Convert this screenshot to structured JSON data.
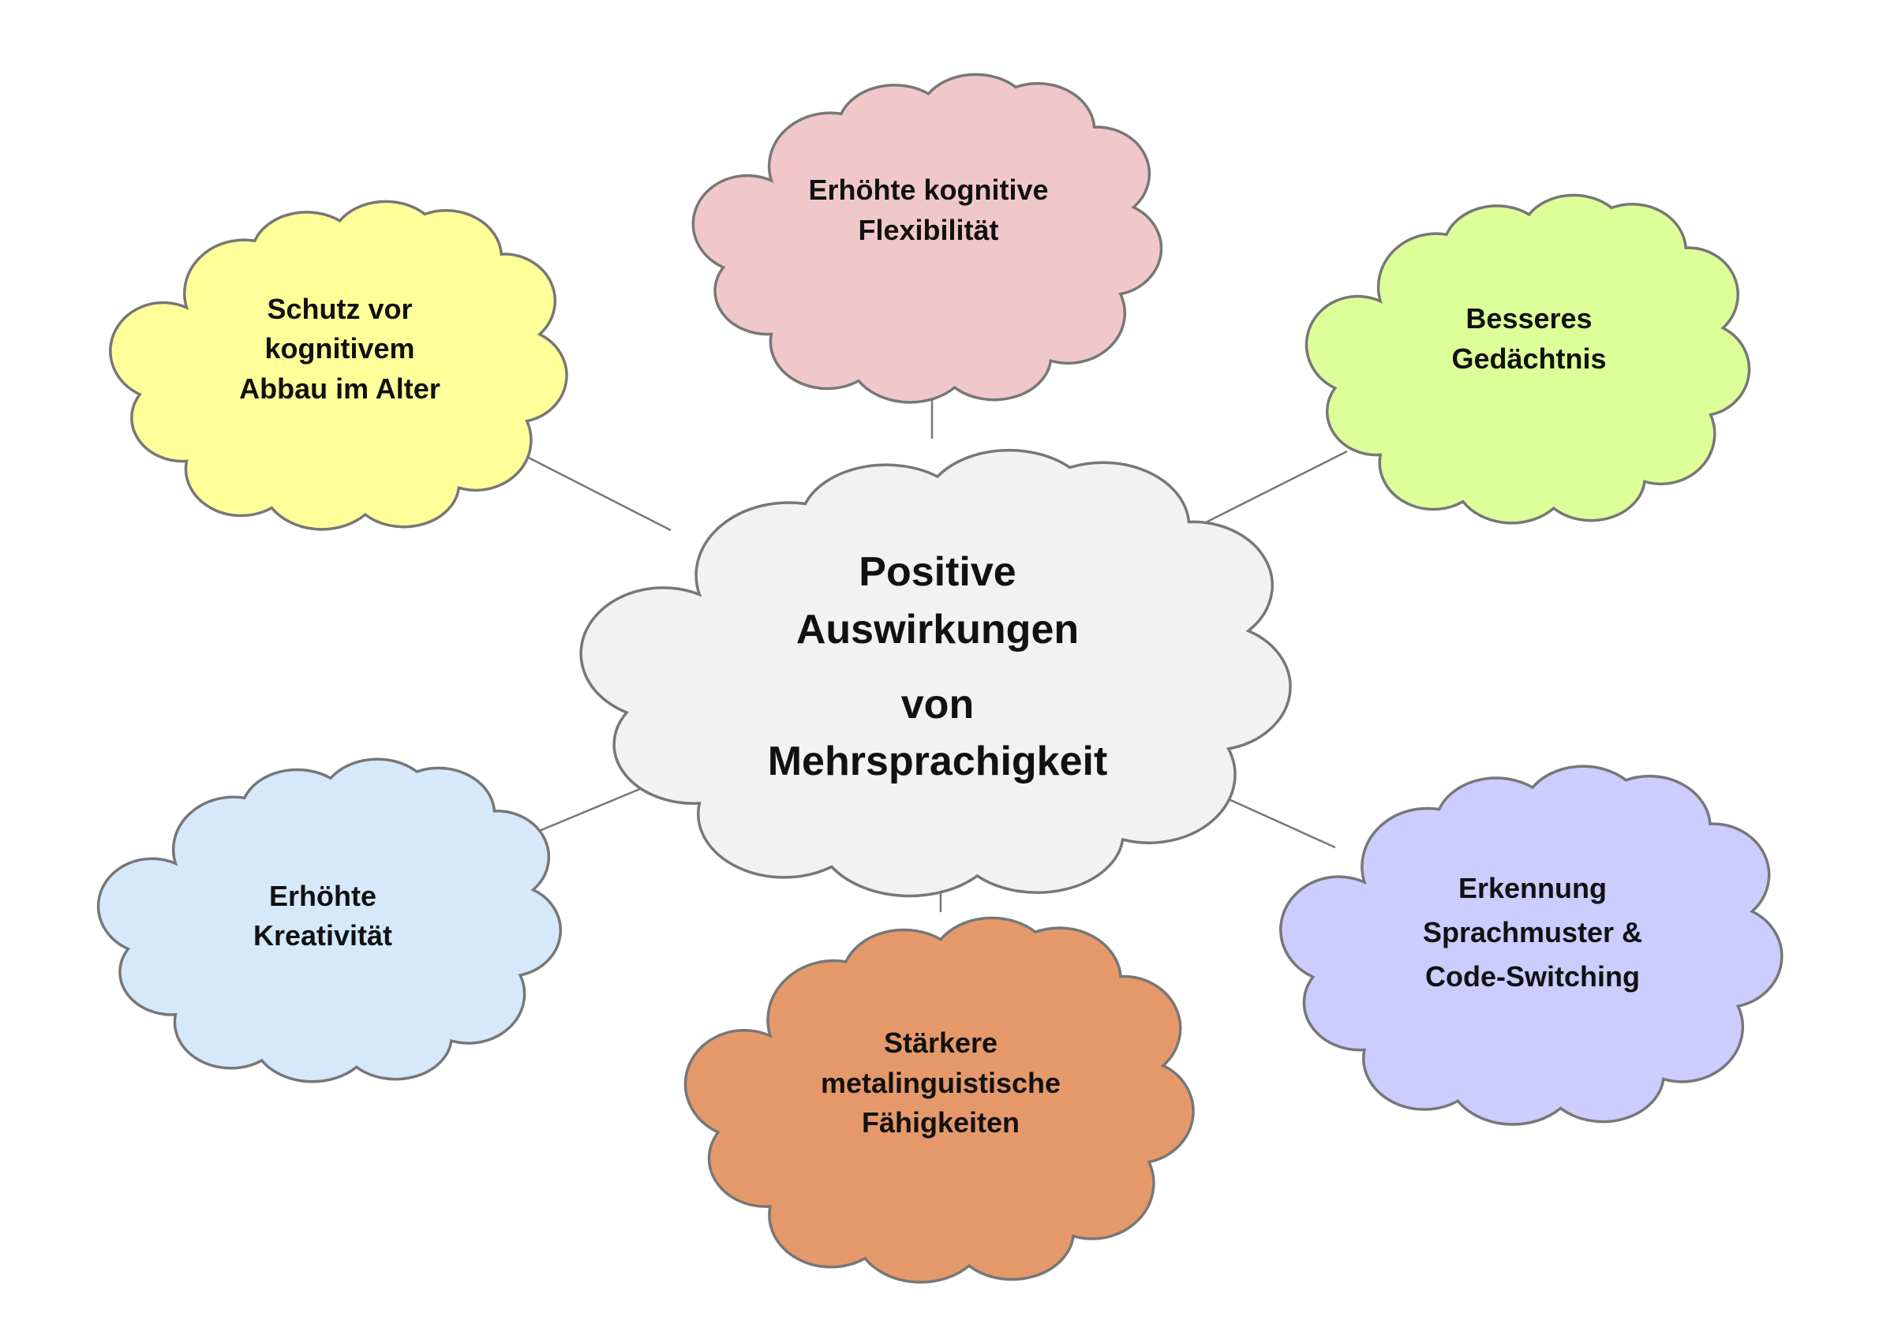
{
  "center": {
    "lines": [
      "Positive",
      "Auswirkungen",
      "von",
      "Mehrsprachigkeit"
    ],
    "color": "#F2F2F2"
  },
  "nodes": [
    {
      "id": "flexibility",
      "lines": [
        "Erhöhte kognitive",
        "Flexibilität"
      ],
      "color": "#F0C8C9"
    },
    {
      "id": "protection",
      "lines": [
        "Schutz vor",
        "kognitivem",
        "Abbau im Alter"
      ],
      "color": "#FFFF99"
    },
    {
      "id": "memory",
      "lines": [
        "Besseres",
        "Gedächtnis"
      ],
      "color": "#DDFF99"
    },
    {
      "id": "creativity",
      "lines": [
        "Erhöhte",
        "Kreativität"
      ],
      "color": "#D5E9FB"
    },
    {
      "id": "metalinguistic",
      "lines": [
        "Stärkere",
        "metalinguistische",
        "Fähigkeiten"
      ],
      "color": "#E5996A"
    },
    {
      "id": "patterns",
      "lines": [
        "Erkennung",
        "Sprachmuster &",
        "Code-Switching"
      ],
      "color": "#CCCCFF"
    }
  ],
  "stroke_color": "#777777"
}
